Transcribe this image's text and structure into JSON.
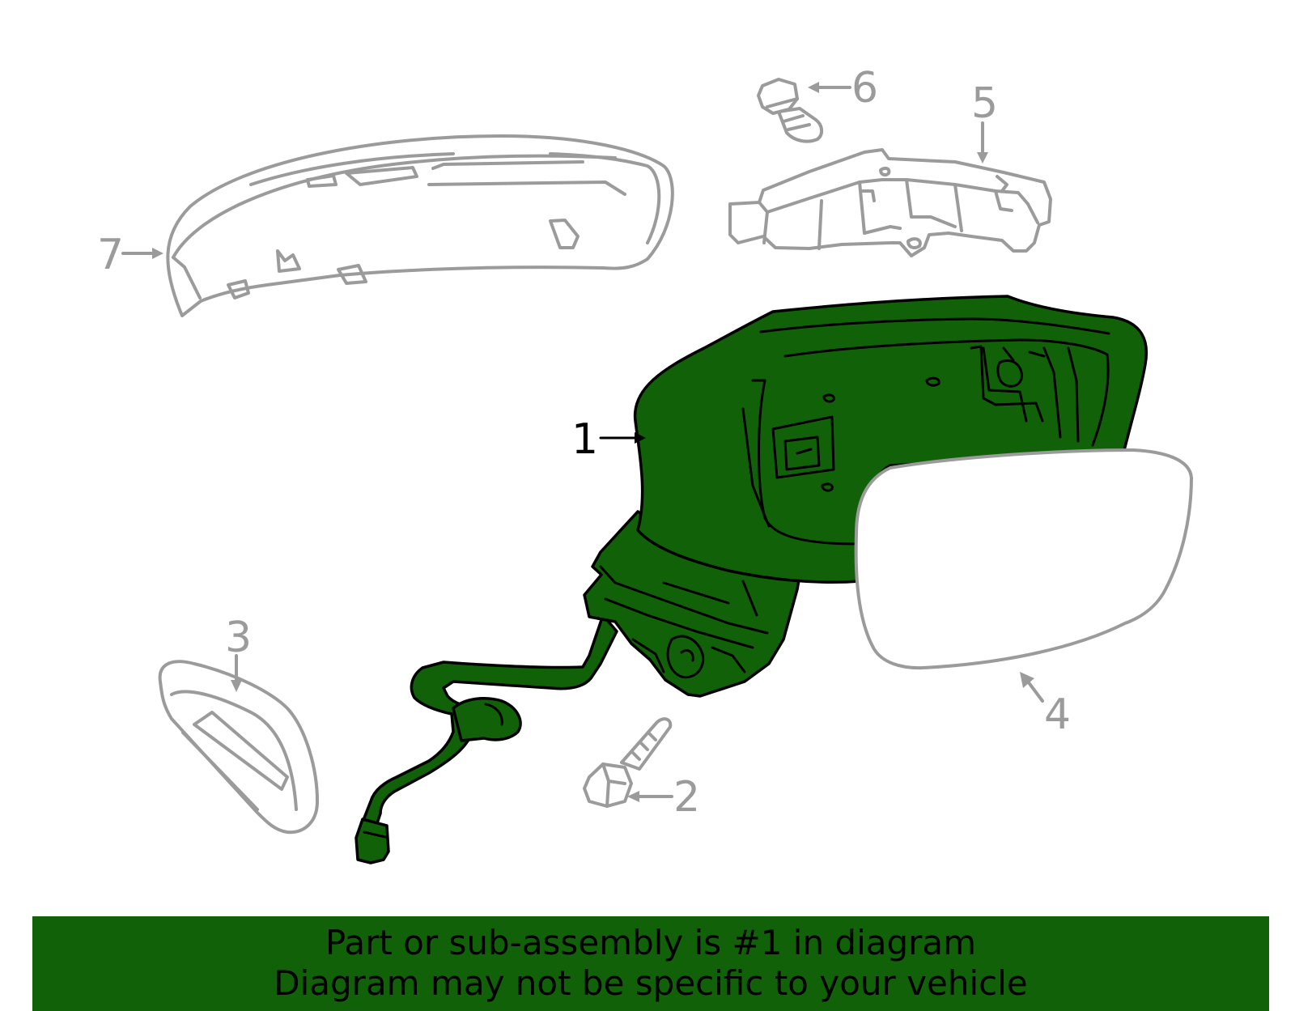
{
  "callouts": {
    "c1": "1",
    "c2": "2",
    "c3": "3",
    "c4": "4",
    "c5": "5",
    "c6": "6",
    "c7": "7"
  },
  "banner": {
    "line1": "Part or sub-assembly is #1 in diagram",
    "line2": "Diagram may not be specific to your vehicle",
    "background_color": "#116108",
    "text_color": "#000000"
  },
  "highlight_color": "#116108",
  "part_line_color": "#9b9b9b"
}
